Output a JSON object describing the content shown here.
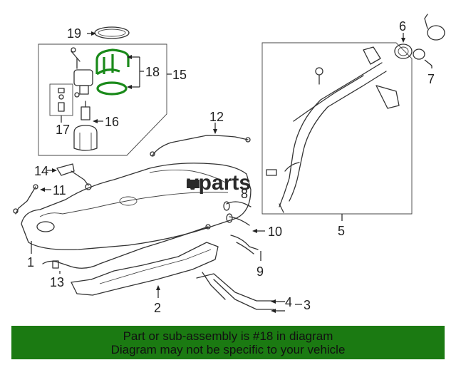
{
  "diagram": {
    "callouts": {
      "c1": "1",
      "c2": "2",
      "c3": "3",
      "c4": "4",
      "c5": "5",
      "c6": "6",
      "c7": "7",
      "c8": "8",
      "c9": "9",
      "c10": "10",
      "c11": "11",
      "c12": "12",
      "c13": "13",
      "c14": "14",
      "c15": "15",
      "c16": "16",
      "c17": "17",
      "c18": "18",
      "c19": "19"
    },
    "watermark": "vparts",
    "highlight_color": "#1a8a1a"
  },
  "banner": {
    "line1": "Part or sub-assembly is #18 in diagram",
    "line2": "Diagram may not be specific to your vehicle",
    "background": "#1b7a12"
  }
}
